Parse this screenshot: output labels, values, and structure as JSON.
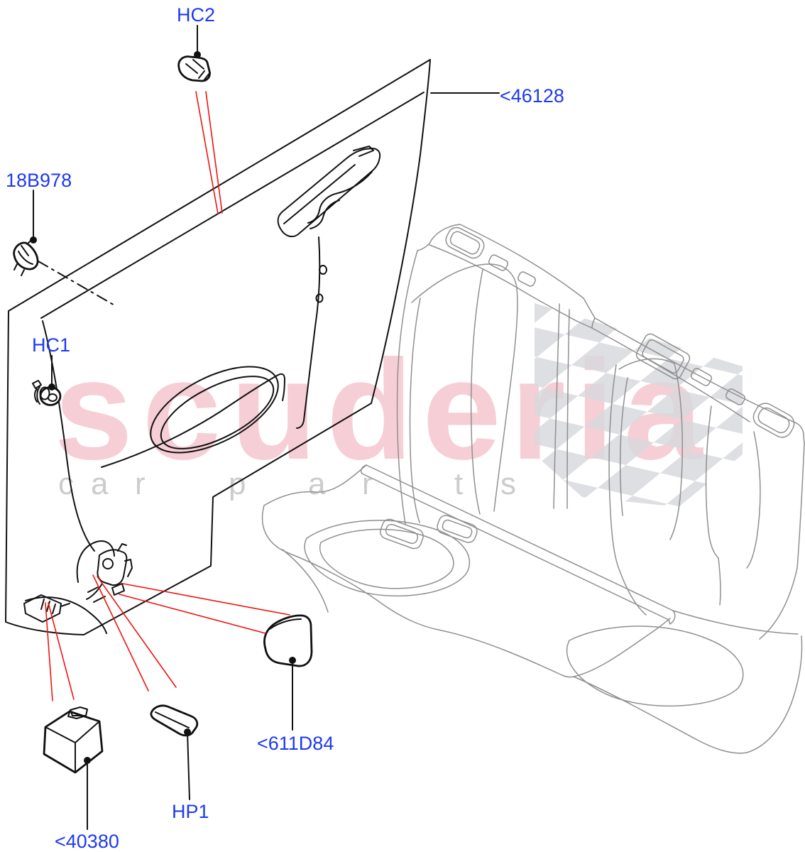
{
  "diagram": {
    "type": "vehicle-parts-exploded-diagram",
    "subject": "rear quarter trim panel and rear seat",
    "labels": {
      "hc2": "HC2",
      "b18978": "18B978",
      "hc1": "HC1",
      "panel46128": "<46128",
      "insulator611d84": "<611D84",
      "hp1": "HP1",
      "bracket40380": "<40380"
    },
    "watermark": {
      "brand": "scuderia",
      "tagline": "car parts",
      "letters": [
        "c",
        "a",
        "r",
        "p",
        "a",
        "r",
        "t",
        "s"
      ]
    },
    "colors": {
      "label_blue": "#1d3af0",
      "leader_red": "#ee1510",
      "line_black": "#111111",
      "seat_gray": "#8f8f8f",
      "watermark_pink": "#f6ced6",
      "watermark_letter_gray": "#cccccc",
      "checker_gray": "#d8d9dd",
      "background": "#ffffff"
    }
  }
}
